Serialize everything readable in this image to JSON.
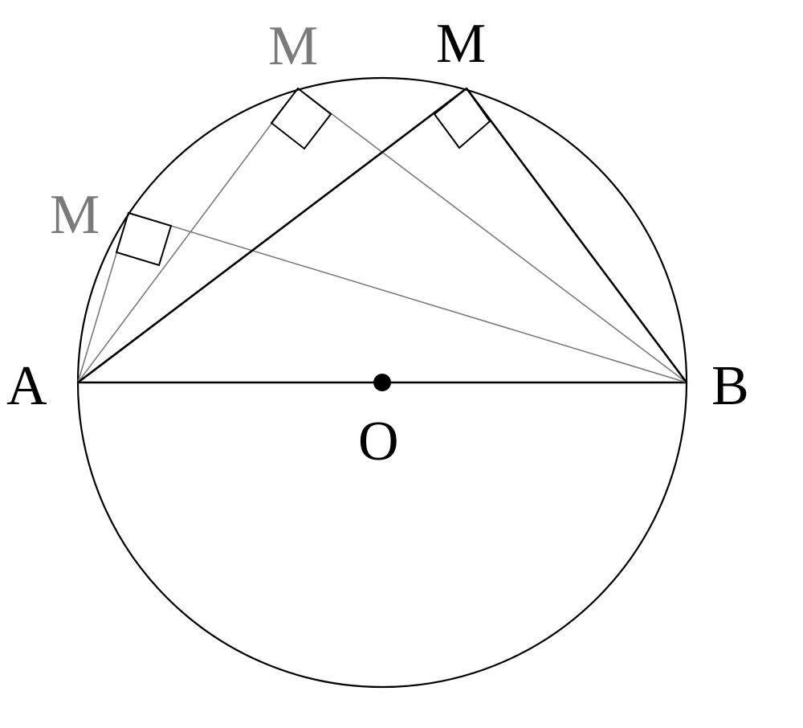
{
  "diagram": {
    "labels": {
      "A": "A",
      "B": "B",
      "O": "O",
      "M_dark": "M",
      "M_gray_top": "M",
      "M_gray_left": "M"
    },
    "colors": {
      "primary_stroke": "#000000",
      "secondary_stroke": "#7a7a7a",
      "background": "#ffffff"
    }
  }
}
